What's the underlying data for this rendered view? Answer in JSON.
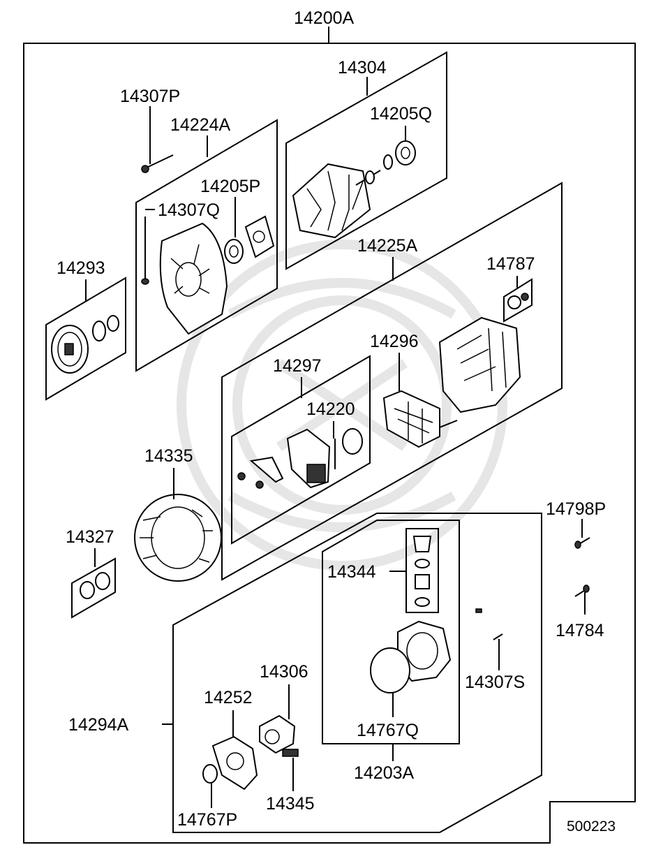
{
  "diagram": {
    "diagram_code": "500223",
    "parts": {
      "assembly": "14200A",
      "rotor": "14304",
      "rotor_bearing": "14205Q",
      "bolt_p": "14307P",
      "front_bracket": "14224A",
      "front_bearing": "14205P",
      "screw_q": "14307Q",
      "pulley": "14293",
      "rear_bracket": "14225A",
      "nut_cap": "14787",
      "rectifier": "14296",
      "regulator": "14297",
      "brush": "14220",
      "stator": "14335",
      "bearing_set": "14327",
      "bolt_798p": "14798P",
      "bolt_784": "14784",
      "vacuum_pump": "14294A",
      "valve": "14344",
      "screw_s": "14307S",
      "oring_q": "14767Q",
      "pump_housing": "14203A",
      "rotor_blade": "14306",
      "cover_plate": "14252",
      "blade_vane": "14345",
      "oring_p": "14767P"
    }
  }
}
